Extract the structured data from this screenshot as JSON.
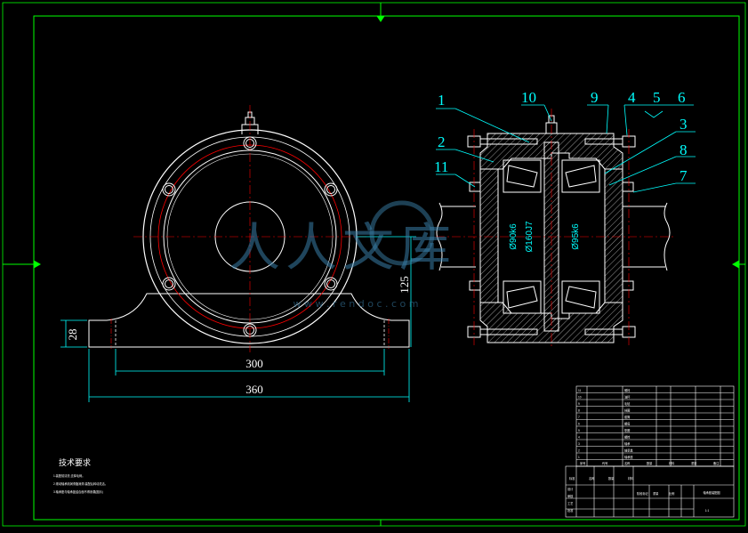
{
  "drawing": {
    "colors": {
      "background": "#000000",
      "frame": "#00ff00",
      "outline": "#ffffff",
      "dimension": "#00ffff",
      "centerline": "#ff0000",
      "leader": "#00ffff",
      "watermark": "#3a7fa8"
    },
    "front_view": {
      "dimensions": {
        "base_inner": "300",
        "base_outer": "360",
        "center_height": "125",
        "base_height": "28"
      }
    },
    "section_view": {
      "part_callouts": [
        "1",
        "2",
        "11",
        "10",
        "9",
        "4",
        "5",
        "6",
        "3",
        "8",
        "7"
      ],
      "diameters": {
        "d1": "Ø90k6",
        "d2": "Ø160J7",
        "d3": "Ø95k6"
      }
    },
    "watermark": {
      "logo_text": "人人文库",
      "url_text": "w w w . r e n d o c . c o m"
    },
    "tech_requirements": {
      "title": "技术要求",
      "items": [
        "1.装配前清洗,去掉毛刺。",
        "2.滚动轴承用润滑脂润滑,装配后转动灵活。",
        "3.轴承座与轴承盖结合面不得渗漏(图示)"
      ]
    },
    "title_block": {
      "header_cells": [
        "标准",
        "名称",
        "数量",
        "材料"
      ],
      "parts_rows": [
        [
          "11",
          "",
          "螺栓",
          "",
          ""
        ],
        [
          "10",
          "",
          "油杯",
          "",
          ""
        ],
        [
          "9",
          "",
          "毛毡",
          "",
          ""
        ],
        [
          "8",
          "",
          "挡圈",
          "",
          ""
        ],
        [
          "7",
          "",
          "套筒",
          "",
          ""
        ],
        [
          "6",
          "",
          "螺母",
          "",
          ""
        ],
        [
          "5",
          "",
          "垫圈",
          "",
          ""
        ],
        [
          "4",
          "",
          "螺栓",
          "",
          ""
        ],
        [
          "3",
          "",
          "轴承",
          "",
          ""
        ],
        [
          "2",
          "",
          "轴承盖",
          "",
          ""
        ],
        [
          "1",
          "",
          "轴承座",
          "",
          ""
        ]
      ],
      "footer_labels": [
        "序号",
        "代号",
        "名称",
        "数量",
        "材料",
        "重量",
        "备注"
      ],
      "drawing_title": "轴承座装配图",
      "sign_labels": [
        "设计",
        "审核",
        "工艺",
        "批准"
      ],
      "scale_labels": [
        "阶段标记",
        "重量",
        "比例"
      ],
      "scale_value": "1:1"
    }
  }
}
